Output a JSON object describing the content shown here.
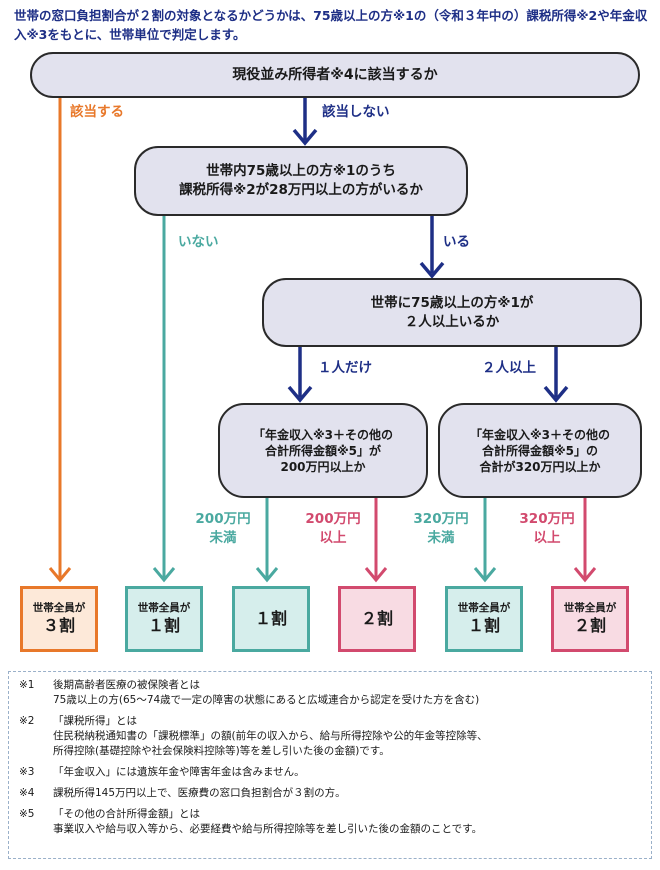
{
  "intro": "世帯の窓口負担割合が２割の対象となるかどうかは、75歳以上の方※1の（令和３年中の）課税所得※2や年金収入※3をもとに、世帯単位で判定します。",
  "nodes": {
    "q1": [
      "現役並み所得者※4に該当するか"
    ],
    "q2": [
      "世帯内75歳以上の方※1のうち",
      "課税所得※2が28万円以上の方がいるか"
    ],
    "q3": [
      "世帯に75歳以上の方※1が",
      "２人以上いるか"
    ],
    "q4": [
      "「年金収入※3＋その他の",
      "合計所得金額※5」が",
      "200万円以上か"
    ],
    "q5": [
      "「年金収入※3＋その他の",
      "合計所得金額※5」の",
      "合計が320万円以上か"
    ]
  },
  "labels": {
    "yes_gaito": "該当する",
    "no_gaito": "該当しない",
    "inai": "いない",
    "iru": "いる",
    "one_only": "１人だけ",
    "two_plus": "２人以上",
    "under200": [
      "200万円",
      "未満"
    ],
    "over200": [
      "200万円",
      "以上"
    ],
    "under320": [
      "320万円",
      "未満"
    ],
    "over320": [
      "320万円",
      "以上"
    ]
  },
  "results": [
    {
      "small": "世帯全員が",
      "big": "３割"
    },
    {
      "small": "世帯全員が",
      "big": "１割"
    },
    {
      "small": "",
      "big": "１割"
    },
    {
      "small": "",
      "big": "２割"
    },
    {
      "small": "世帯全員が",
      "big": "１割"
    },
    {
      "small": "世帯全員が",
      "big": "２割"
    }
  ],
  "notes": [
    {
      "mark": "※1",
      "lines": [
        "後期高齢者医療の被保険者とは",
        "75歳以上の方(65～74歳で一定の障害の状態にあると広域連合から認定を受けた方を含む)"
      ]
    },
    {
      "mark": "※2",
      "lines": [
        "「課税所得」とは",
        "住民税納税通知書の「課税標準」の額(前年の収入から、給与所得控除や公的年金等控除等、",
        "所得控除(基礎控除や社会保険料控除等)等を差し引いた後の金額)です。"
      ]
    },
    {
      "mark": "※3",
      "lines": [
        "「年金収入」には遺族年金や障害年金は含みません。"
      ]
    },
    {
      "mark": "※4",
      "lines": [
        "課税所得145万円以上で、医療費の窓口負担割合が３割の方。"
      ]
    },
    {
      "mark": "※5",
      "lines": [
        "「その他の合計所得金額」とは",
        "事業収入や給与収入等から、必要経費や給与所得控除等を差し引いた後の金額のことです。"
      ]
    }
  ],
  "colors": {
    "orange": "#e8782a",
    "teal": "#4aa9a0",
    "pink": "#d24a6e",
    "navy": "#1e2f86"
  }
}
